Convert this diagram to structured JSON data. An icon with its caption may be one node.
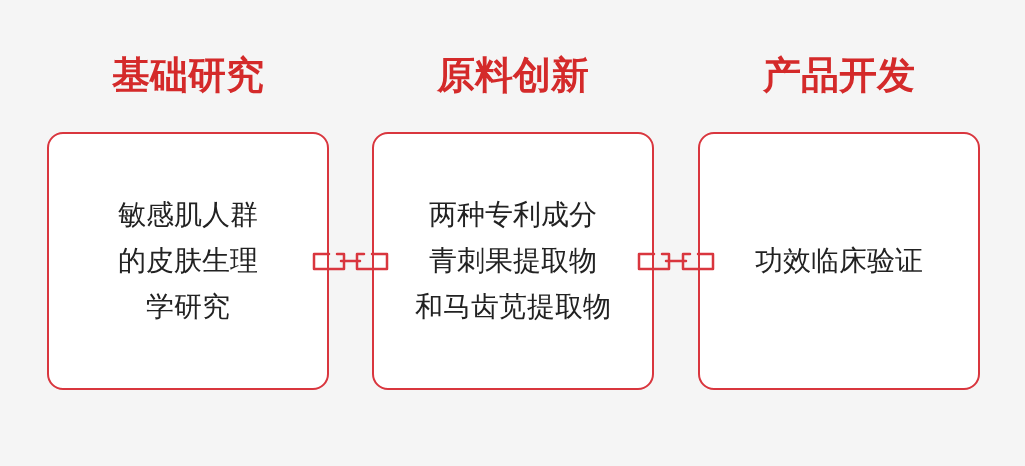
{
  "diagram": {
    "nodes": [
      {
        "text": [
          "基础研究",
          "敏感肌人群的皮肤生理学研究"
        ]
      },
      {
        "text": [
          "原料创新",
          "两种专利成分",
          "青刺果提取物",
          "和马齿苋提取物"
        ]
      },
      {
        "text": [
          "产品开发",
          "功效临床验证"
        ]
      }
    ],
    "edges": [
      {
        "from": 0,
        "to": 1,
        "arrow": "none"
      },
      {
        "from": 1,
        "to": 2,
        "arrow": "none"
      }
    ]
  }
}
